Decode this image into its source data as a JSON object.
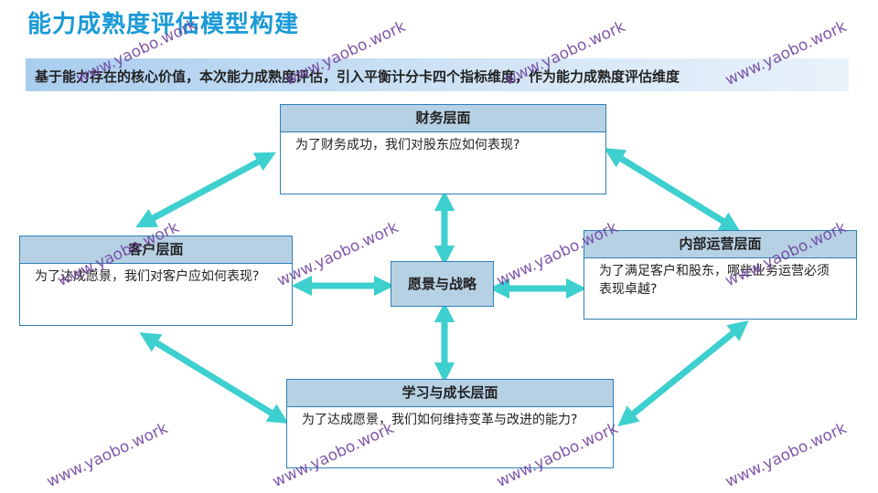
{
  "title": "能力成熟度评估模型构建",
  "subtitle": "基于能力存在的核心价值，本次能力成熟度评估，引入平衡计分卡四个指标维度，作为能力成熟度评估维度",
  "center": "愿景与战略",
  "finance": {
    "title": "财务层面",
    "text": "为了财务成功，我们对股东应如何表现?"
  },
  "customer": {
    "title": "客户层面",
    "text": "为了达成愿景，我们对客户应如何表现?"
  },
  "internal": {
    "title": "内部运营层面",
    "text": "为了满足客户和股东，哪些业务运营必须表现卓越?"
  },
  "learning": {
    "title": "学习与成长层面",
    "text": "为了达成愿景，我们如何维持变革与改进的能力?"
  },
  "watermark": "www.yaobo.work",
  "colors": {
    "arrow": "#3ecfcf",
    "header": "#b7d1e4",
    "border": "#2f7fb8",
    "title": "#1a9ad6",
    "watermark": "#6a3b9c"
  }
}
